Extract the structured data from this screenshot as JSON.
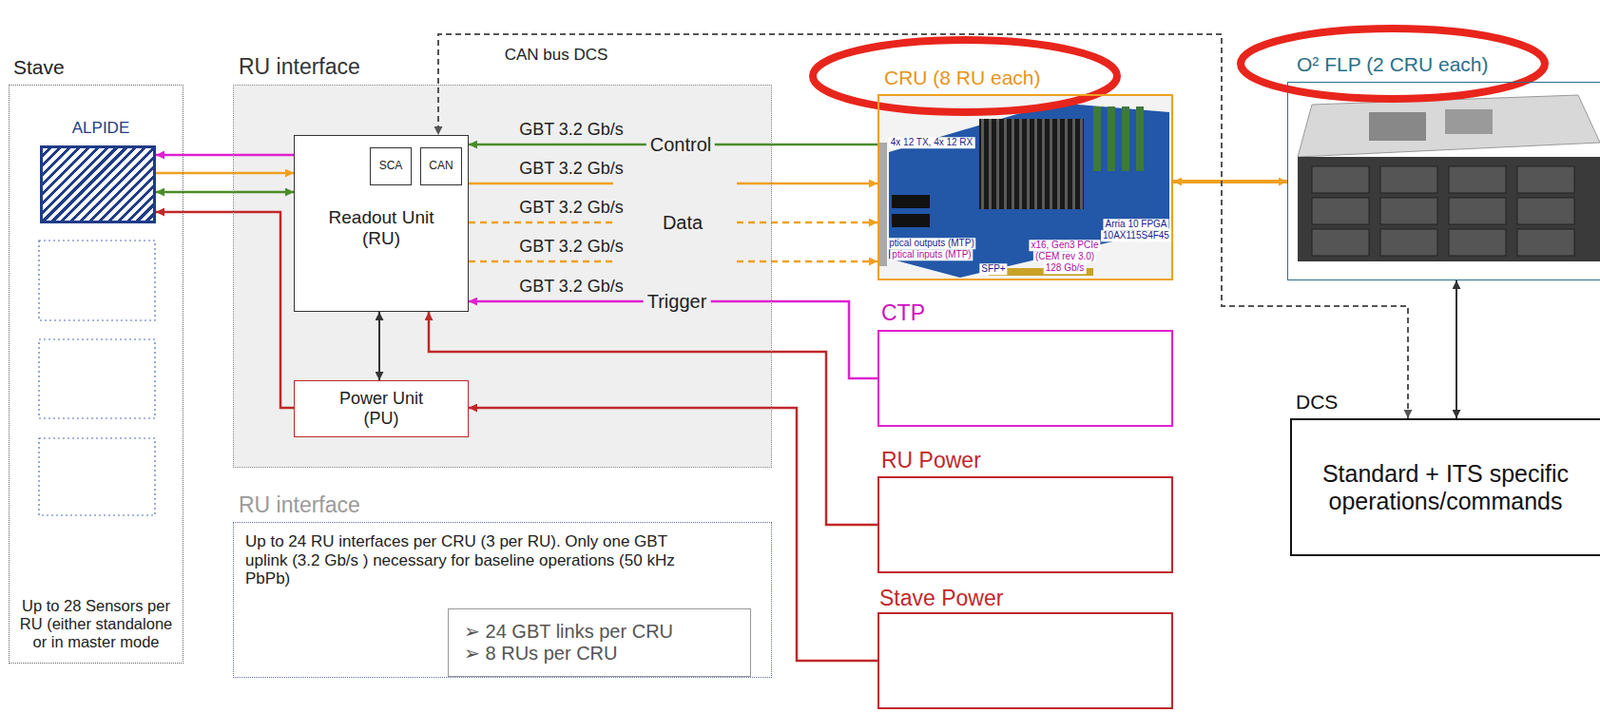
{
  "diagram": {
    "nodes": [
      {
        "text": [
          "Stave",
          "Up to 28 Sensors per RU (either standalone or in master mode"
        ]
      },
      {
        "text": [
          "ALPIDE"
        ],
        "in": 0
      },
      {
        "text": [
          "RU interface"
        ]
      },
      {
        "text": [
          "Readout Unit (RU)"
        ],
        "in": 2
      },
      {
        "text": [
          "SCA"
        ],
        "in": 3
      },
      {
        "text": [
          "CAN"
        ],
        "in": 3
      },
      {
        "text": [
          "Power Unit (PU)"
        ],
        "in": 2
      },
      {
        "text": [
          "RU interface",
          "Up to 24 RU interfaces per CRU (3 per RU). Only one GBT uplink (3.2 Gb/s ) necessary for baseline operations (50 kHz PbPb)"
        ]
      },
      {
        "text": [
          "➢ 24 GBT links per CRU",
          "➢ 8 RUs per CRU"
        ],
        "in": 7
      },
      {
        "text": [
          "CRU (8 RU each)"
        ]
      },
      {
        "text": [
          "O² FLP (2 CRU each)"
        ]
      },
      {
        "text": [
          "CTP"
        ]
      },
      {
        "text": [
          "RU Power"
        ]
      },
      {
        "text": [
          "Stave Power"
        ]
      },
      {
        "text": [
          "DCS",
          "Standard + ITS specific operations/commands"
        ]
      }
    ],
    "edges": [
      {
        "from": 9,
        "to": 3,
        "arrow": "to",
        "label": "Control"
      },
      {
        "from": 3,
        "to": 9,
        "arrow": "to"
      },
      {
        "from": 3,
        "to": 9,
        "arrow": "to"
      },
      {
        "from": 3,
        "to": 9,
        "arrow": "to"
      },
      {
        "from": 11,
        "to": 3,
        "arrow": "to",
        "label": "Trigger"
      },
      {
        "from": 3,
        "to": 1,
        "arrow": "to"
      },
      {
        "from": 1,
        "to": 3,
        "arrow": "to"
      },
      {
        "from": 3,
        "to": 1,
        "arrow": "both"
      },
      {
        "from": 6,
        "to": 1,
        "arrow": "to"
      },
      {
        "from": 3,
        "to": 6,
        "arrow": "both"
      },
      {
        "from": 12,
        "to": 3,
        "arrow": "to"
      },
      {
        "from": 13,
        "to": 6,
        "arrow": "to"
      },
      {
        "from": 9,
        "to": 10,
        "arrow": "both"
      },
      {
        "from": 10,
        "to": 14,
        "arrow": "both"
      },
      {
        "from": 14,
        "to": 3,
        "arrow": "both",
        "label": "CAN bus DCS"
      }
    ],
    "labels": [
      "GBT 3.2 Gb/s",
      "GBT 3.2 Gb/s",
      "GBT 3.2 Gb/s",
      "GBT 3.2 Gb/s",
      "GBT 3.2 Gb/s",
      "Data",
      "4x 12 TX, 4x 12 RX",
      "Arria 10 FPGA",
      "10AX115S4F45",
      "x16, Gen3 PCIe",
      "(CEM rev 3.0)",
      "128 Gb/s",
      "ptical outputs (MTP)",
      "ptical inputs (MTP)",
      "SFP+"
    ]
  }
}
